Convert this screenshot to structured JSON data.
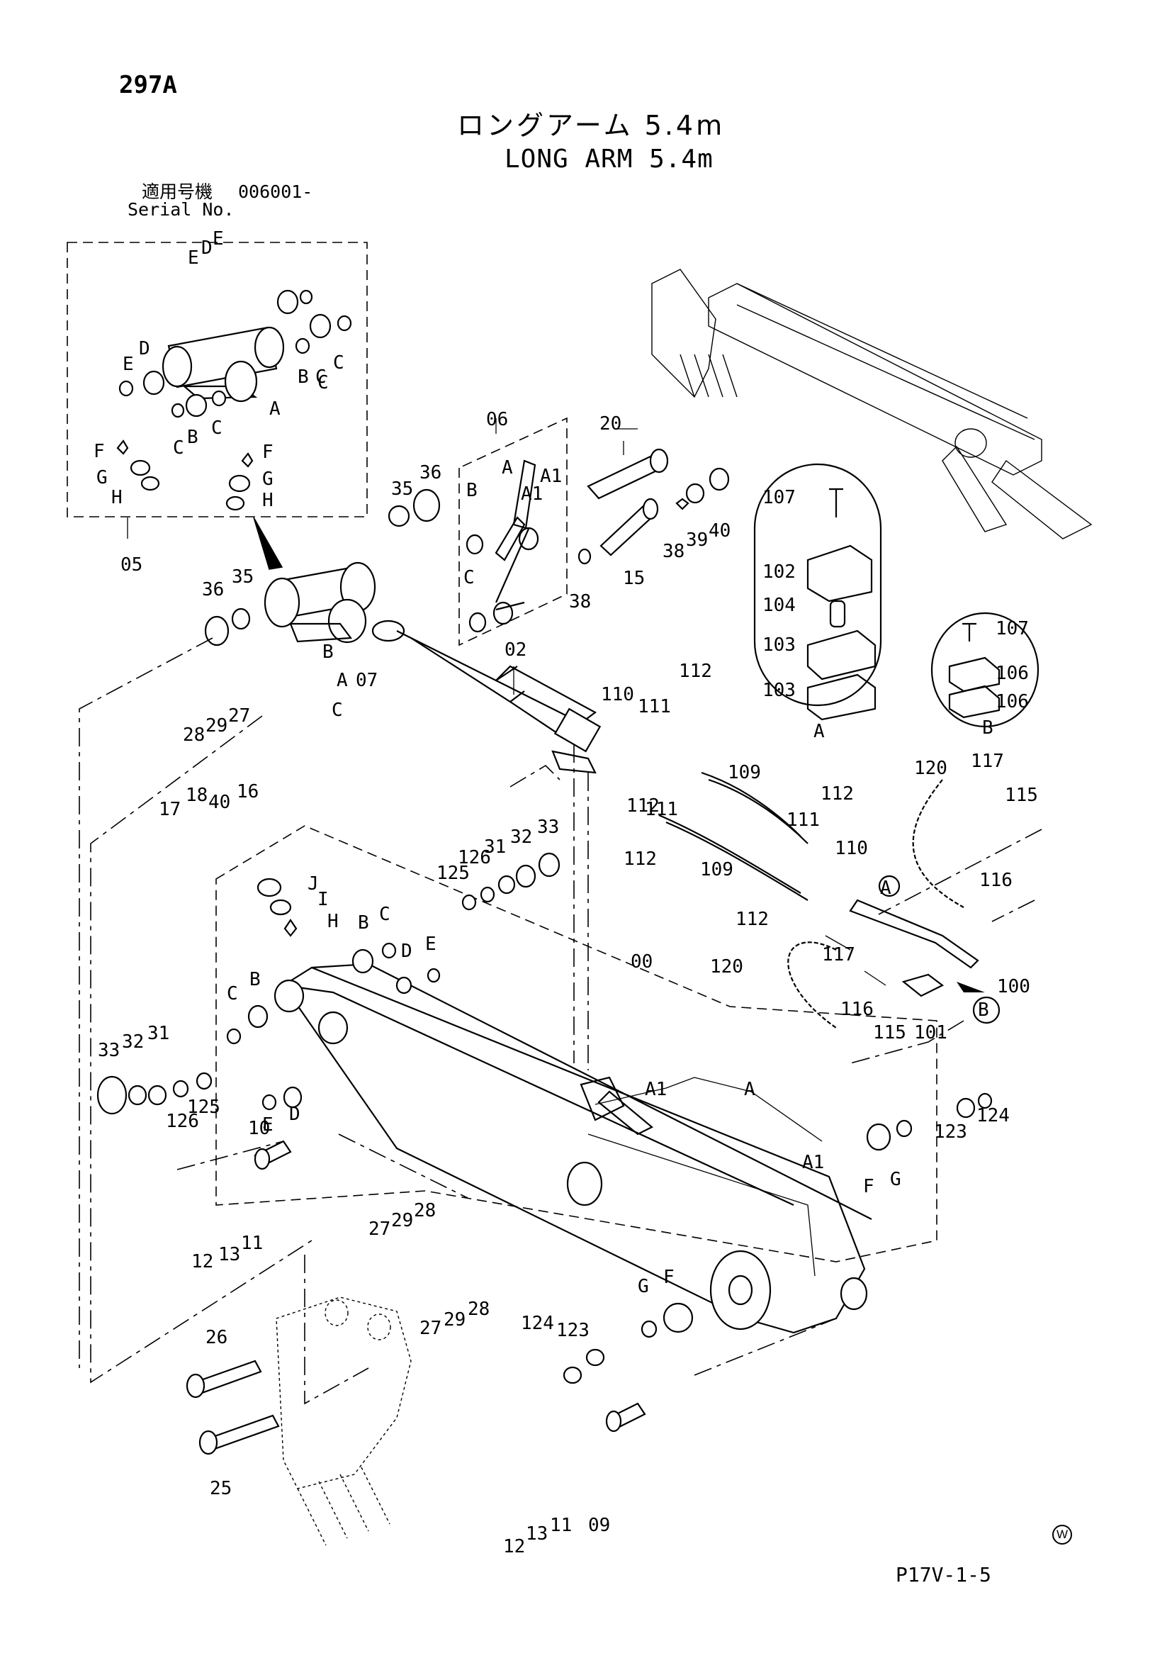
{
  "header": {
    "page_code": "297A",
    "title_jp": "ロングアーム 5.4m",
    "title_en": "LONG ARM 5.4m",
    "serial_label_jp": "適用号機",
    "serial_value": "006001-",
    "serial_label_en": "Serial No."
  },
  "footer": {
    "reference": "P17V-1-5",
    "mark": "W"
  },
  "diagram": {
    "group_labels": [
      "05",
      "06",
      "07",
      "00",
      "02",
      "A",
      "B",
      "A1"
    ],
    "detail_views": [
      "A",
      "B"
    ],
    "part_numbers": [
      "00",
      "02",
      "05",
      "06",
      "07",
      "09",
      "10",
      "11",
      "12",
      "13",
      "15",
      "16",
      "17",
      "18",
      "20",
      "25",
      "26",
      "27",
      "28",
      "29",
      "31",
      "32",
      "33",
      "35",
      "36",
      "38",
      "39",
      "40",
      "100",
      "101",
      "102",
      "103",
      "104",
      "106",
      "107",
      "109",
      "110",
      "111",
      "112",
      "115",
      "116",
      "117",
      "120",
      "123",
      "124",
      "125",
      "126"
    ],
    "item_letters": [
      "A",
      "A1",
      "B",
      "C",
      "D",
      "E",
      "F",
      "G",
      "H",
      "I",
      "J"
    ]
  }
}
